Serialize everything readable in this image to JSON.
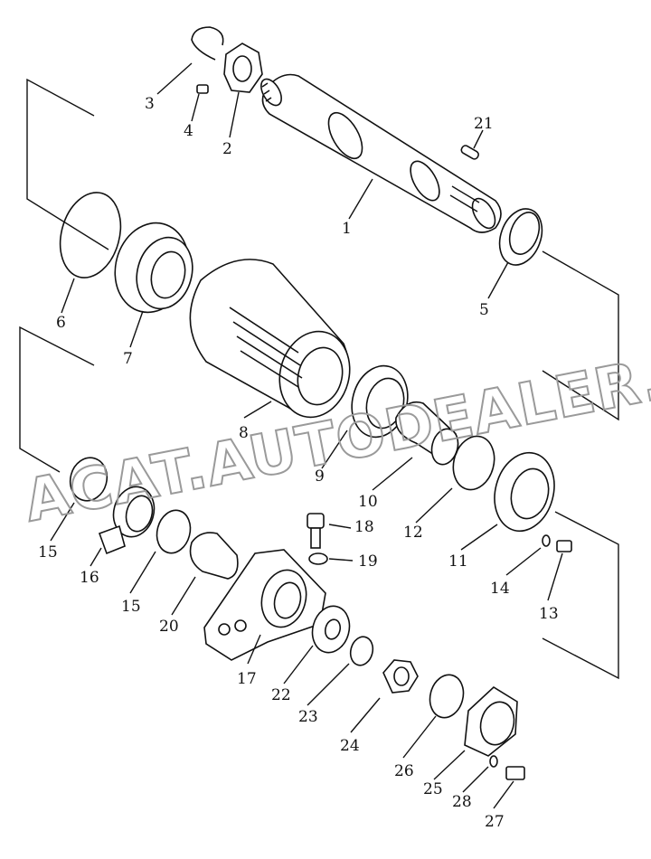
{
  "watermark": "ACAT.AUTODEALER.RU",
  "part_numbers": {
    "p1": "1",
    "p2": "2",
    "p3": "3",
    "p4": "4",
    "p5": "5",
    "p6": "6",
    "p7": "7",
    "p8": "8",
    "p9": "9",
    "p10": "10",
    "p11": "11",
    "p12": "12",
    "p13": "13",
    "p14": "14",
    "p15a": "15",
    "p15b": "15",
    "p16": "16",
    "p17": "17",
    "p18": "18",
    "p19": "19",
    "p20": "20",
    "p21": "21",
    "p22": "22",
    "p23": "23",
    "p24": "24",
    "p25": "25",
    "p26": "26",
    "p27": "27",
    "p28": "28"
  }
}
